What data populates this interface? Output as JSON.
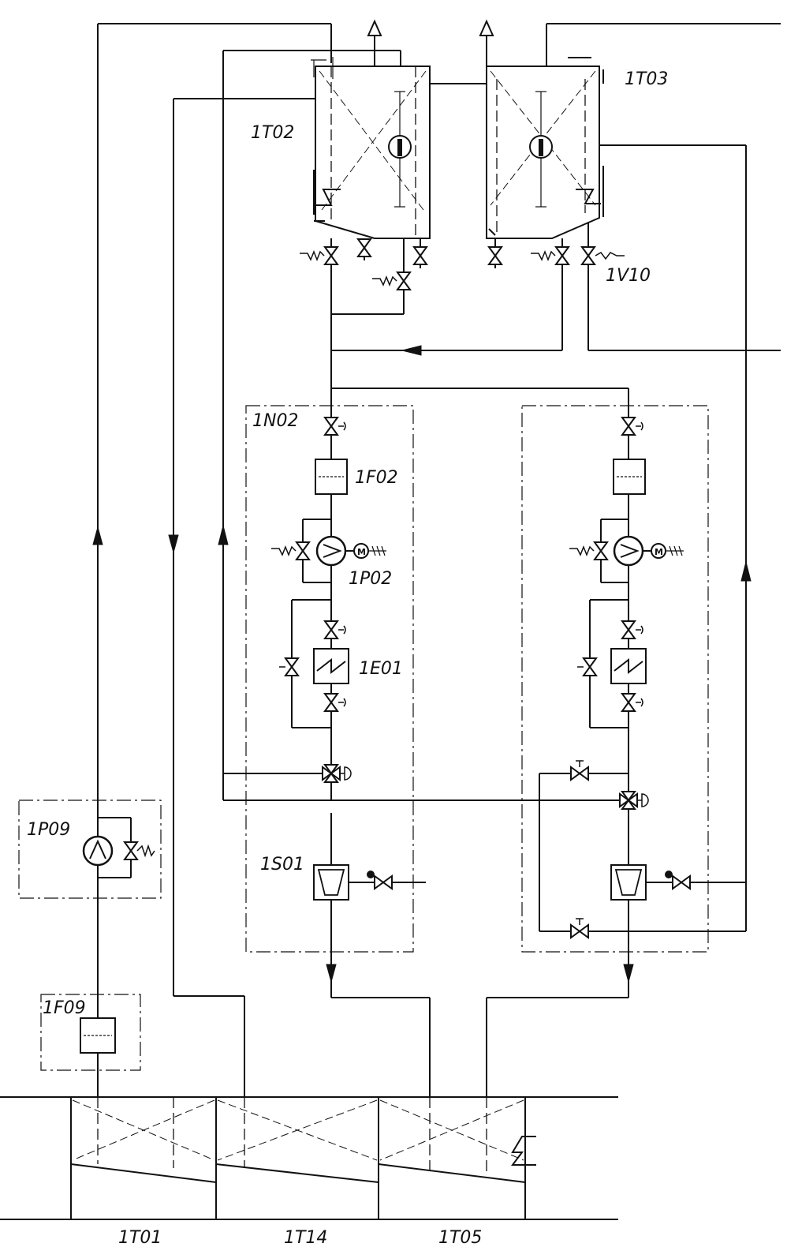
{
  "labels": {
    "tank_1t02": "1T02",
    "tank_1t03": "1T03",
    "valve_1v10": "1V10",
    "unit_1n02": "1N02",
    "filter_1f02": "1F02",
    "pump_1p02": "1P02",
    "exchanger_1e01": "1E01",
    "pump_1p09": "1P09",
    "separator_1s01": "1S01",
    "filter_1f09": "1F09",
    "tank_1t01": "1T01",
    "tank_1t14": "1T14",
    "tank_1t05": "1T05",
    "motor_symbol": "M"
  },
  "colors": {
    "line": "#111111",
    "background": "#ffffff"
  }
}
